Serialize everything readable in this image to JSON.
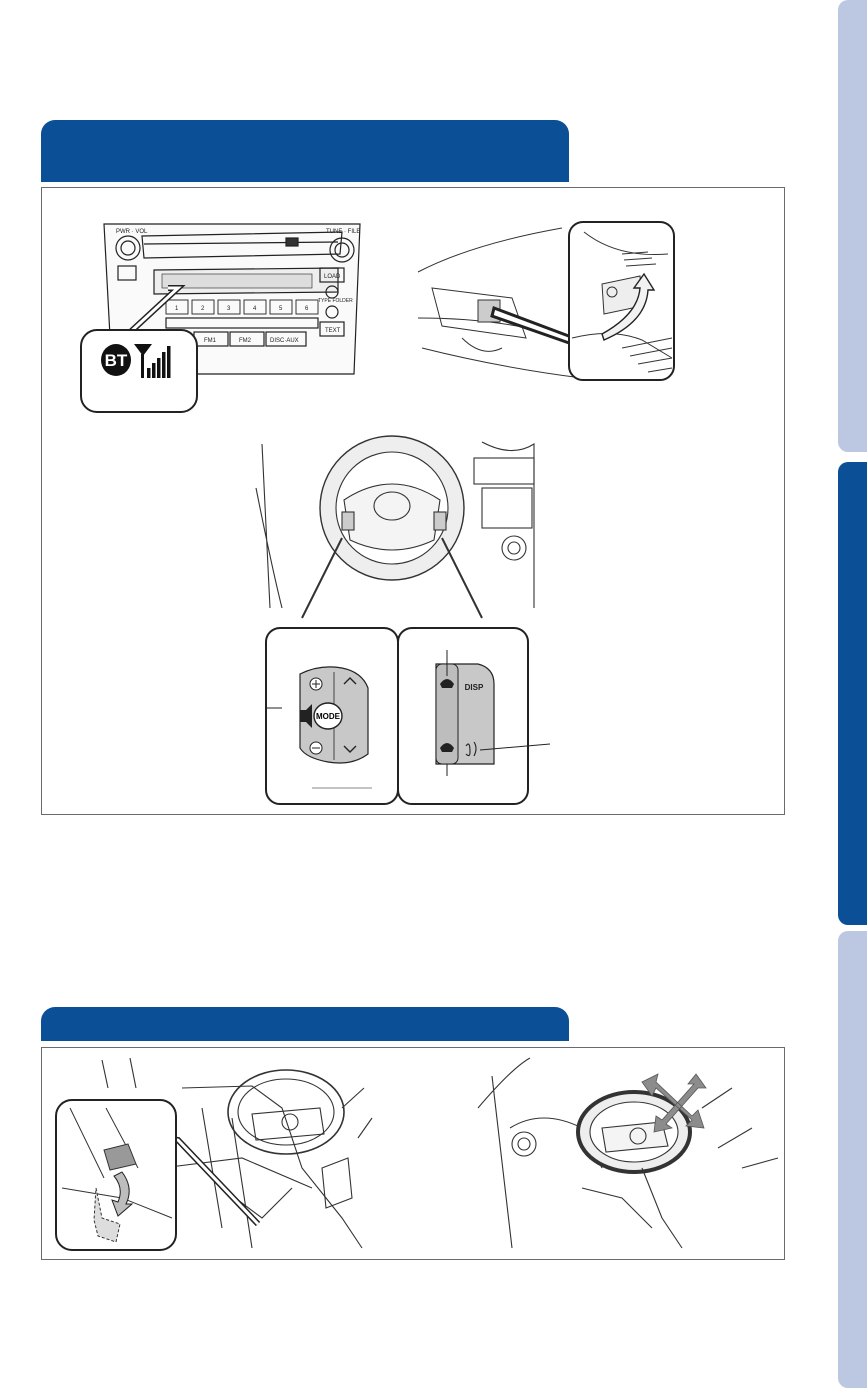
{
  "colors": {
    "brand_blue": "#0b5096",
    "tab_light": "#bcc8e2",
    "frame_border": "#6b6b6b"
  },
  "sections": [
    {
      "header_title": ""
    },
    {
      "header_title": ""
    }
  ],
  "audio_unit": {
    "knob_left_label": "PWR · VOL",
    "knob_right_label": "TUNE · FILE",
    "load_button": "LOAD",
    "folder_label": "TYPE FOLDER",
    "text_button": "TEXT",
    "preset_buttons": [
      "1",
      "2",
      "3",
      "4",
      "5",
      "6"
    ],
    "band_buttons": [
      "FM1",
      "FM2",
      "DISC·AUX"
    ],
    "callout_bt_badge": "BT"
  },
  "steering_switches": {
    "mode_button": "MODE",
    "disp_label": "DISP"
  },
  "icons": [
    "bluetooth-badge-icon",
    "signal-strength-icon",
    "phone-off-hook-icon",
    "phone-on-hook-icon",
    "voice-command-icon",
    "volume-up-icon",
    "volume-down-icon",
    "speaker-icon",
    "chevron-up-icon",
    "chevron-down-icon",
    "tilt-telescopic-arrows-icon",
    "lock-release-arrow-icon"
  ]
}
